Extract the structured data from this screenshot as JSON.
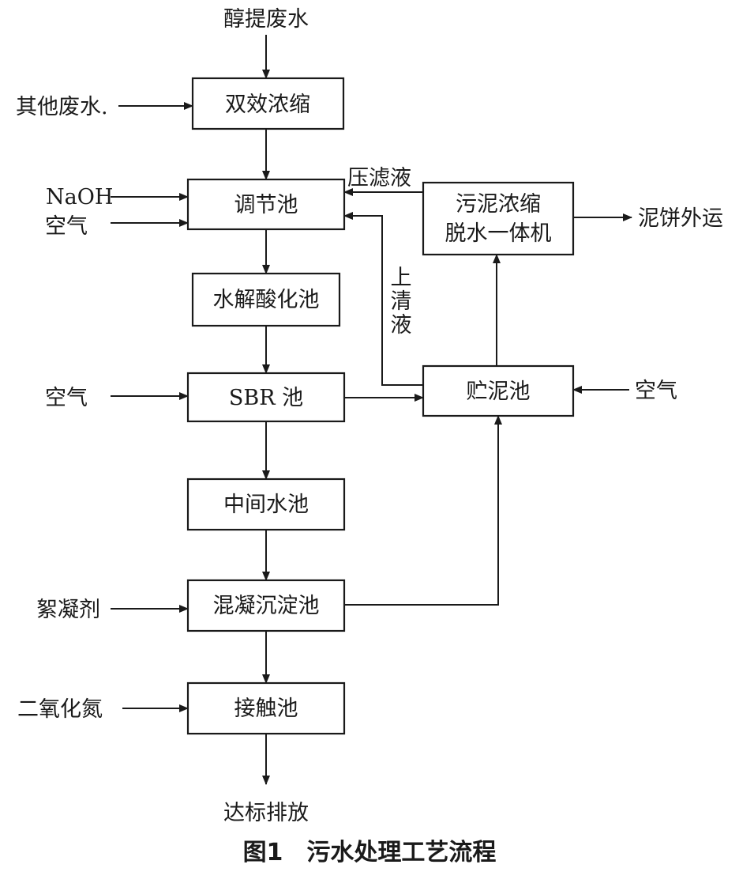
{
  "diagram": {
    "boxes": {
      "double_effect": "双效浓缩",
      "regulating_tank": "调节池",
      "hydrolysis_tank": "水解酸化池",
      "sbr_tank": "SBR 池",
      "intermediate_tank": "中间水池",
      "coagulation_tank": "混凝沉淀池",
      "contact_tank": "接触池",
      "sludge_machine_line1": "污泥浓缩",
      "sludge_machine_line2": "脱水一体机",
      "sludge_storage": "贮泥池"
    },
    "labels": {
      "alcohol_wastewater": "醇提废水",
      "other_wastewater": "其他废水.",
      "naoh": "NaOH",
      "air_1": "空气",
      "air_2": "空气",
      "air_3": "空气",
      "flocculant": "絮凝剂",
      "chlorine_dioxide": "二氧化氮",
      "discharge": "达标排放",
      "filtrate": "压滤液",
      "supernatant_1": "上",
      "supernatant_2": "清",
      "supernatant_3": "液",
      "sludge_cake": "泥饼外运"
    },
    "caption": "图1　污水处理工艺流程"
  }
}
